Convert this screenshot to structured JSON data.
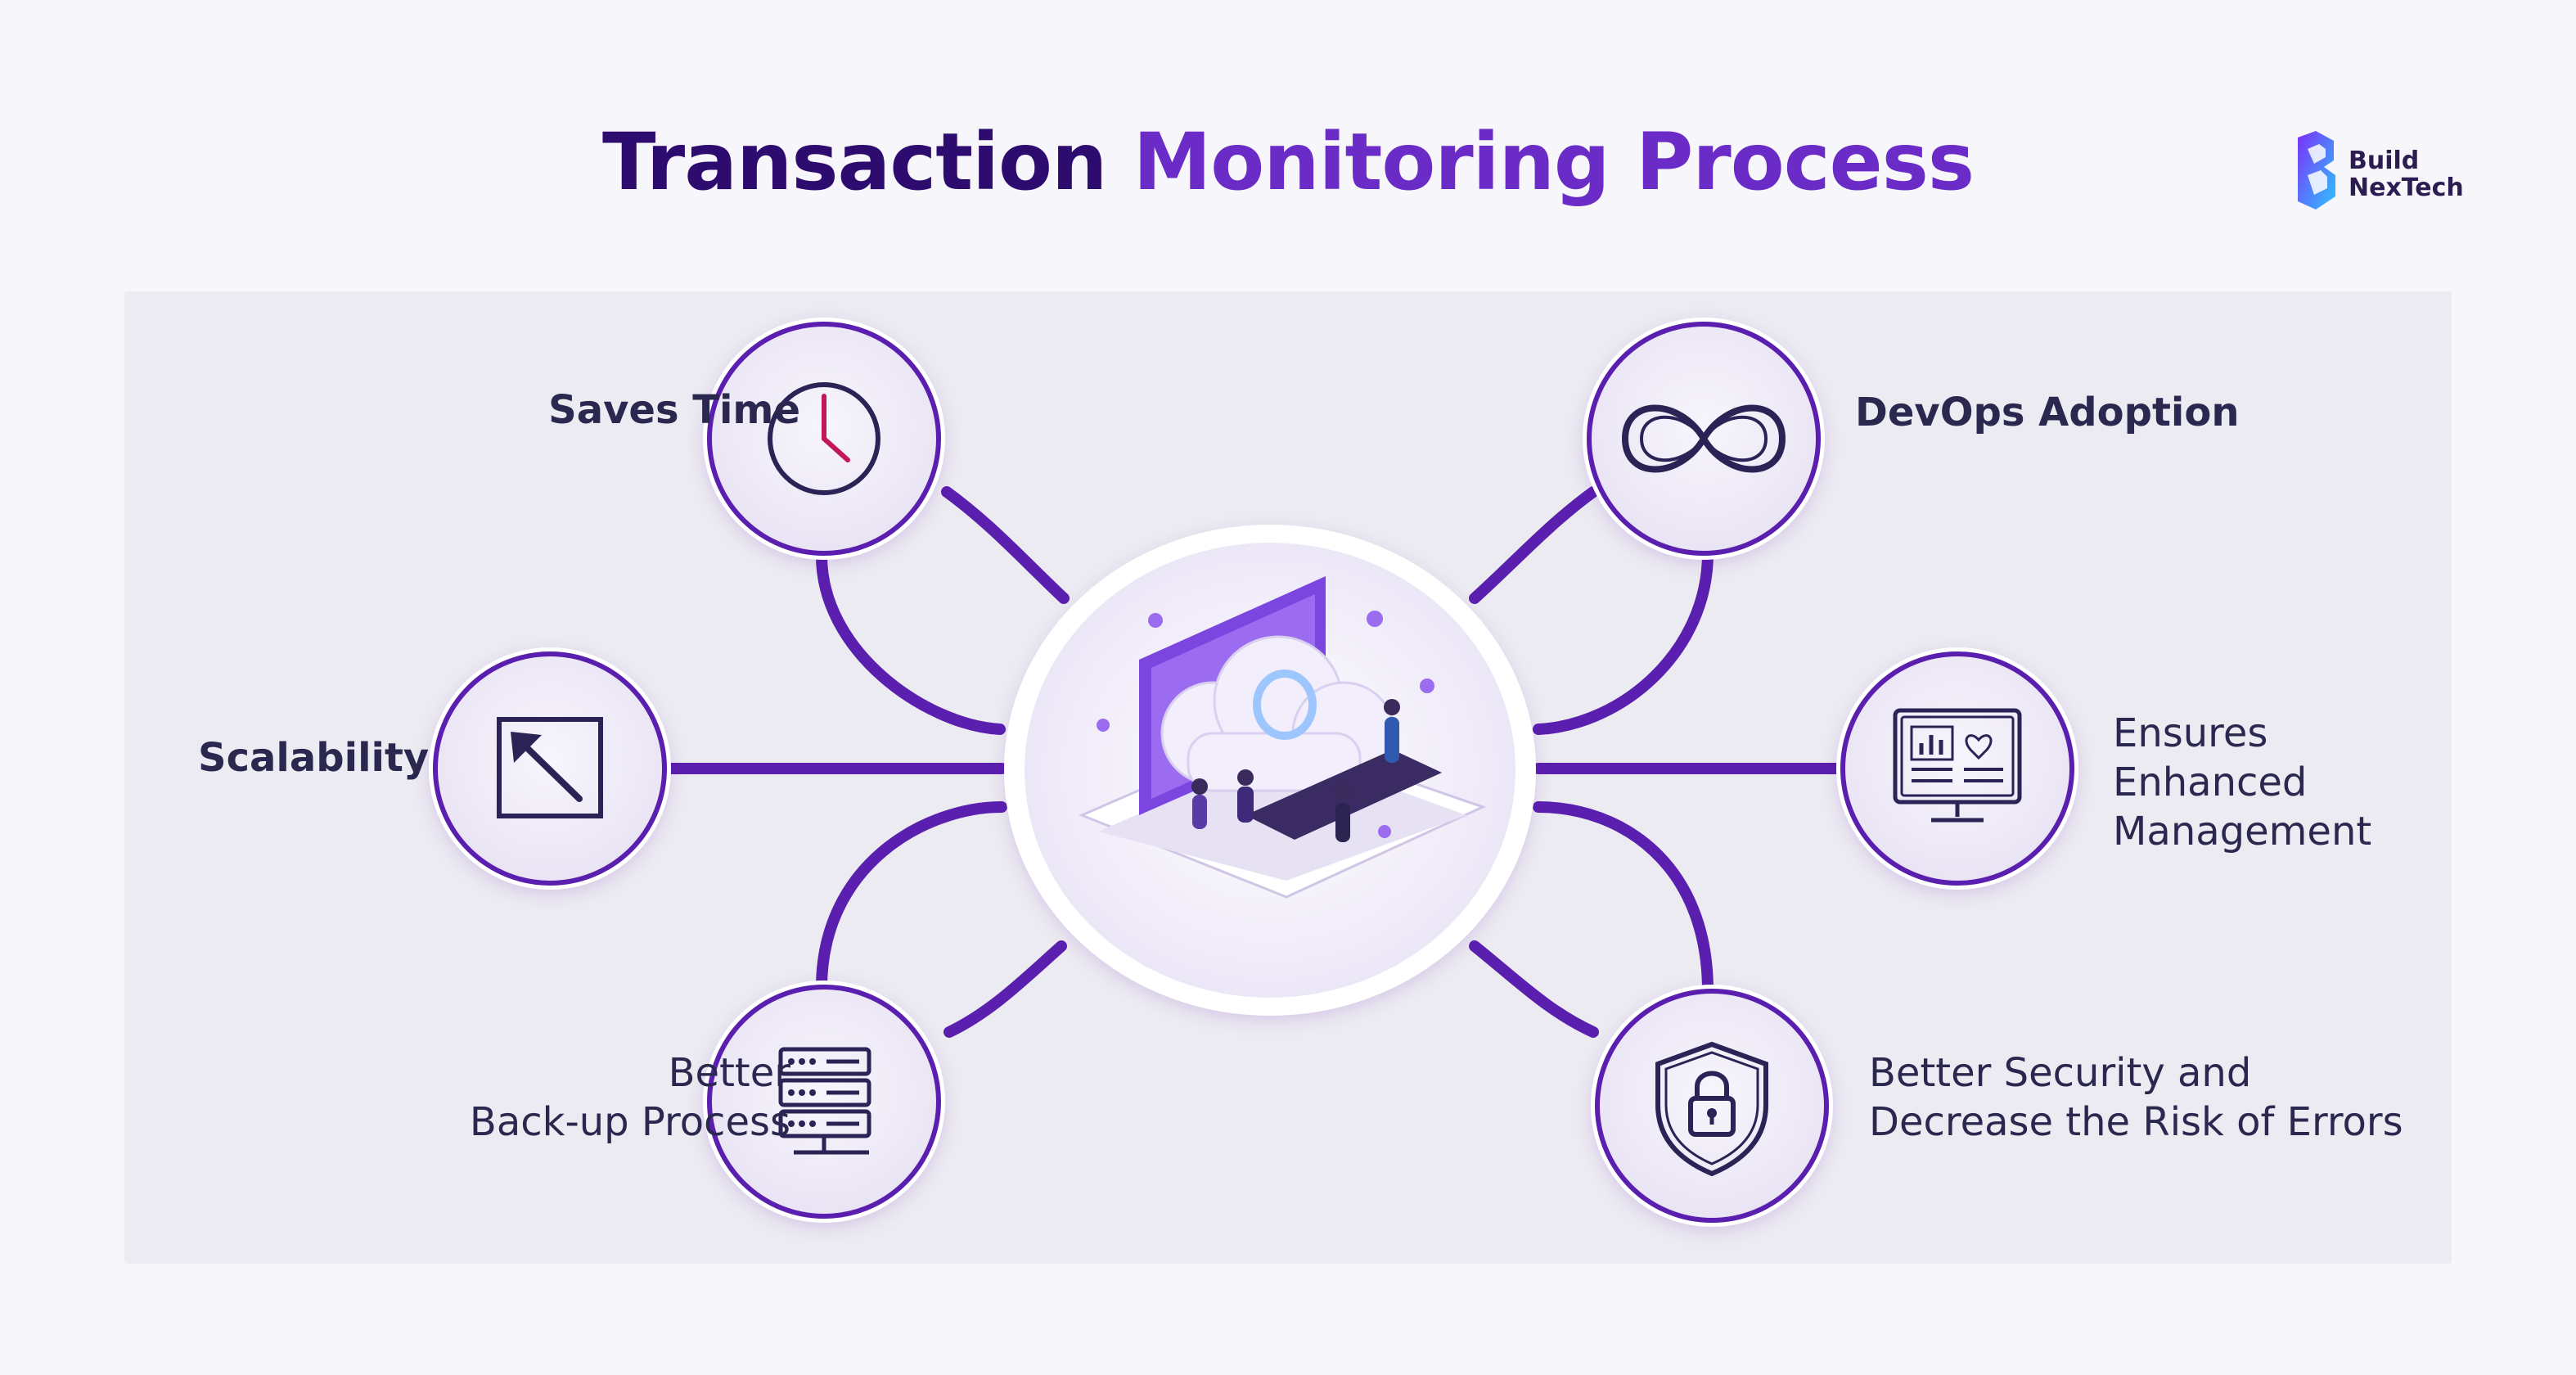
{
  "title": {
    "part1": "Transaction",
    "part2": "Monitoring Process"
  },
  "logo": {
    "line1": "Build",
    "line2": "NexTech",
    "icon": "build-nextech-logo-mark"
  },
  "center": {
    "icon": "cloud-laptop-team-illustration"
  },
  "nodes": [
    {
      "id": "saves-time",
      "lines": [
        "Saves Time"
      ],
      "icon": "clock-icon"
    },
    {
      "id": "scalability",
      "lines": [
        "Scalability"
      ],
      "icon": "diagonal-arrow-icon"
    },
    {
      "id": "backup",
      "lines": [
        "Better",
        "Back-up Process"
      ],
      "icon": "server-stack-icon"
    },
    {
      "id": "devops",
      "lines": [
        "DevOps Adoption"
      ],
      "icon": "infinity-icon"
    },
    {
      "id": "management",
      "lines": [
        "Ensures",
        "Enhanced",
        "Management"
      ],
      "icon": "dashboard-monitor-icon"
    },
    {
      "id": "security",
      "lines": [
        "Better Security and",
        "Decrease the Risk of Errors"
      ],
      "icon": "shield-lock-icon"
    }
  ],
  "colors": {
    "title_dark": "#2e0b6e",
    "title_purple": "#6a2bc7",
    "connector": "#5a1fae",
    "node_ring": "#5a1fae",
    "node_fill": "#f2eff9",
    "icon_stroke": "#2b2356",
    "text": "#2b2850",
    "stage_bg": "#ecebf1",
    "page_bg": "#f7f6fa"
  }
}
